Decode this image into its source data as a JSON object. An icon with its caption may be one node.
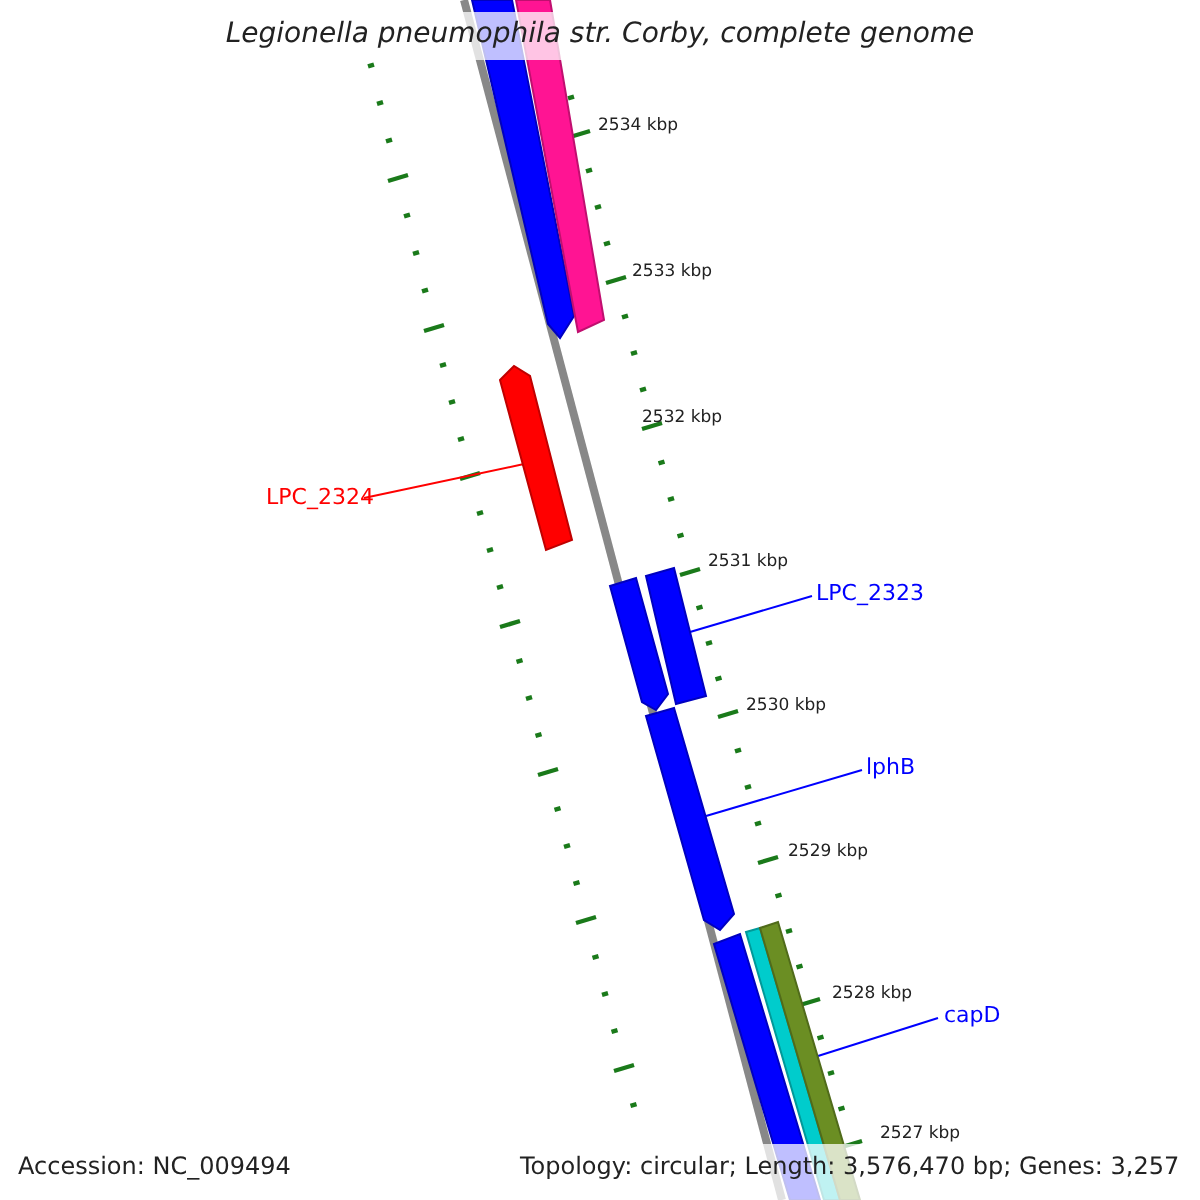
{
  "diagram": {
    "title": "Legionella pneumophila str. Corby, complete genome",
    "nodes": [
      {
        "text": [],
        "shape": "bar"
      },
      {
        "text": [],
        "shape": "bar"
      },
      {
        "text": [],
        "shape": "bar"
      },
      {
        "text": [
          "LPC_2324"
        ]
      },
      {
        "text": [],
        "shape": "bar"
      },
      {
        "text": [],
        "shape": "bar"
      },
      {
        "text": [
          "LPC_2323"
        ]
      },
      {
        "text": [],
        "shape": "bar"
      },
      {
        "text": [
          "lphB"
        ]
      },
      {
        "text": [],
        "shape": "bar"
      },
      {
        "text": [],
        "shape": "bar"
      },
      {
        "text": [],
        "shape": "bar"
      },
      {
        "text": [
          "capD"
        ]
      }
    ],
    "edges": [
      {
        "from": 3,
        "to": 2,
        "arrow": "none",
        "color": "#ff0000"
      },
      {
        "from": 6,
        "to": 5,
        "arrow": "none"
      },
      {
        "from": 8,
        "to": 7,
        "arrow": "none"
      },
      {
        "from": 12,
        "to": 11,
        "arrow": "none"
      }
    ],
    "labels": [
      "2534 kbp",
      "2533 kbp",
      "2532 kbp",
      "2531 kbp",
      "2530 kbp",
      "2529 kbp",
      "2528 kbp",
      "2527 kbp",
      "Accession: NC_009494",
      "Topology: circular; Length: 3,576,470 bp; Genes: 3,257"
    ]
  }
}
